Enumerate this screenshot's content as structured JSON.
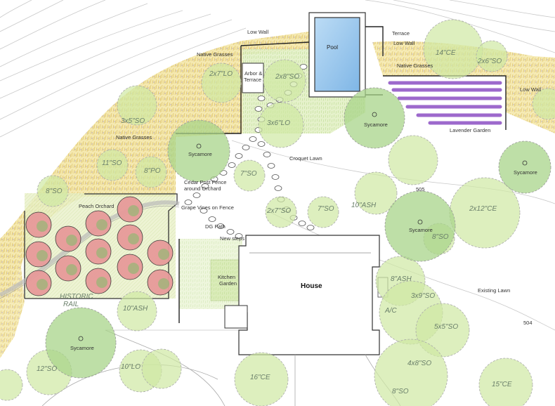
{
  "plan": {
    "labels": {
      "pool": "Pool",
      "terrace": "Terrace",
      "low_wall_top": "Low Wall",
      "low_wall_right": "Low Wall",
      "low_wall_far_right": "Low Wall",
      "native_grasses_1": "Native Grasses",
      "native_grasses_2": "Native Grasses",
      "native_grasses_3": "Native Grasses",
      "arbor": "Arbor &",
      "arbor_terrace": "Terrace",
      "lavender_garden": "Lavender Garden",
      "croquet_lawn": "Croquet Lawn",
      "cedar_fence_1": "Cedar Post Fence",
      "cedar_fence_2": "around Orchard",
      "grape_vines": "Grape Vines on Fence",
      "dg_path": "DG Path",
      "new_steps": "New steps",
      "peach_orchard": "Peach Orchard",
      "house": "House",
      "kitchen_garden_1": "Kitchen",
      "kitchen_garden_2": "Garden",
      "existing_lawn": "Existing Lawn",
      "contour_505": "505",
      "contour_504": "504",
      "hist_rail": "HISTORIC",
      "hist_rail_2": "RAIL",
      "ac": "A/C"
    },
    "trees": [
      {
        "name": "Sycamore"
      },
      {
        "name": "Sycamore"
      },
      {
        "name": "Sycamore"
      },
      {
        "name": "Sycamore"
      },
      {
        "name": "Sycamore"
      }
    ],
    "tree_tags": [
      "14\"CE",
      "2x6\"SO",
      "2x7\"LO",
      "2x8\"SO",
      "3x6\"LO",
      "3x5\"SO",
      "11\"SO",
      "8\"PO",
      "7\"SO",
      "8\"SO",
      "10\"ASH",
      "2x7\"SO",
      "7\"SO",
      "2x12\"CE",
      "8\"SO",
      "8\"ASH",
      "3x9\"SO",
      "5x5\"SO",
      "10\"ASH",
      "12\"SO",
      "10\"LO",
      "16\"CE",
      "4x8\"SO",
      "8\"SO",
      "15\"CE"
    ]
  }
}
